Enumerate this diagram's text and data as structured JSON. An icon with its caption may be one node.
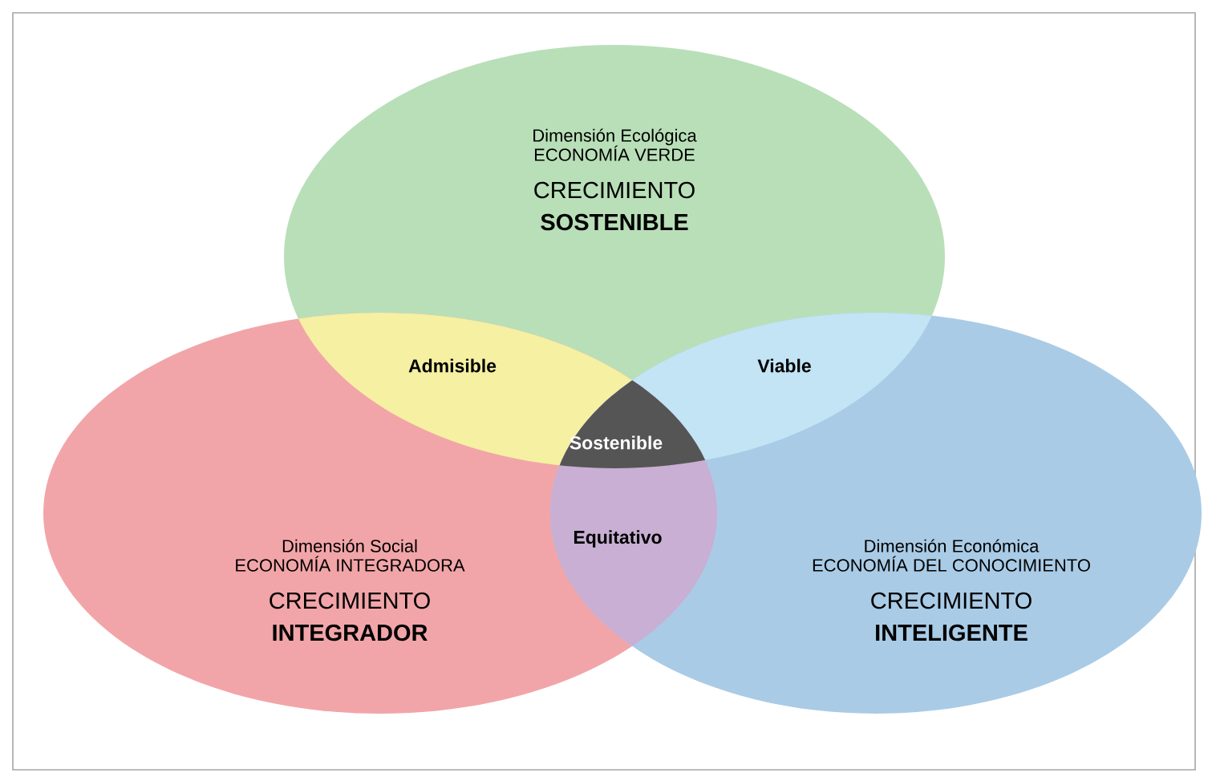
{
  "diagram": {
    "nodes": [
      {
        "text": [
          "Dimensión Ecológica",
          "ECONOMÍA VERDE",
          "CRECIMIENTO **SOSTENIBLE**"
        ]
      },
      {
        "text": [
          "Dimensión Social",
          "ECONOMÍA INTEGRADORA",
          "CRECIMIENTO **INTEGRADOR**"
        ]
      },
      {
        "text": [
          "Dimensión Económica",
          "ECONOMÍA DEL CONOCIMIENTO",
          "CRECIMIENTO **INTELIGENTE**"
        ]
      },
      {
        "text": [
          "Admisible"
        ]
      },
      {
        "text": [
          "Viable"
        ]
      },
      {
        "text": [
          "Equitativo"
        ]
      },
      {
        "text": [
          "Sostenible"
        ]
      }
    ]
  }
}
